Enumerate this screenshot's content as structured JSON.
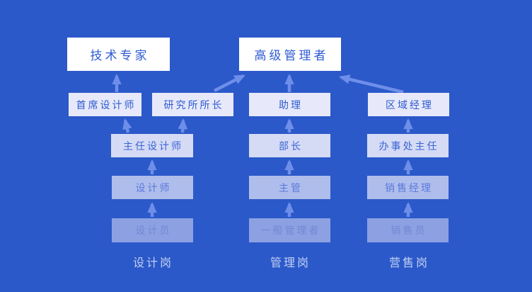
{
  "diagram_title": "career-path-org-diagram",
  "colors": {
    "background": "#2B59C9",
    "arrow": "#6E8EEA",
    "top_box_bg": "#FFFFFF",
    "box_text_blue": "#2D5BD1",
    "column_label_text": "#C2CFF4"
  },
  "columns": {
    "design": {
      "label": "设计岗",
      "levels": {
        "l1": "设计员",
        "l2": "设计师",
        "l3": "主任设计师",
        "l4a": "首席设计师",
        "l4b": "研究所所长",
        "top": "技术专家"
      }
    },
    "management": {
      "label": "管理岗",
      "levels": {
        "l1": "一般管理者",
        "l2": "主管",
        "l3": "部长",
        "l4": "助理",
        "top": "高级管理者"
      }
    },
    "sales": {
      "label": "营售岗",
      "levels": {
        "l1": "销售员",
        "l2": "销售经理",
        "l3": "办事处主任",
        "l4": "区域经理"
      }
    }
  },
  "edges": [
    {
      "from": "设计员",
      "to": "设计师"
    },
    {
      "from": "设计师",
      "to": "主任设计师"
    },
    {
      "from": "主任设计师",
      "to": "首席设计师"
    },
    {
      "from": "主任设计师",
      "to": "研究所所长"
    },
    {
      "from": "首席设计师",
      "to": "技术专家"
    },
    {
      "from": "研究所所长",
      "to": "高级管理者"
    },
    {
      "from": "一般管理者",
      "to": "主管"
    },
    {
      "from": "主管",
      "to": "部长"
    },
    {
      "from": "部长",
      "to": "助理"
    },
    {
      "from": "助理",
      "to": "高级管理者"
    },
    {
      "from": "销售员",
      "to": "销售经理"
    },
    {
      "from": "销售经理",
      "to": "办事处主任"
    },
    {
      "from": "办事处主任",
      "to": "区域经理"
    },
    {
      "from": "区域经理",
      "to": "高级管理者"
    }
  ]
}
